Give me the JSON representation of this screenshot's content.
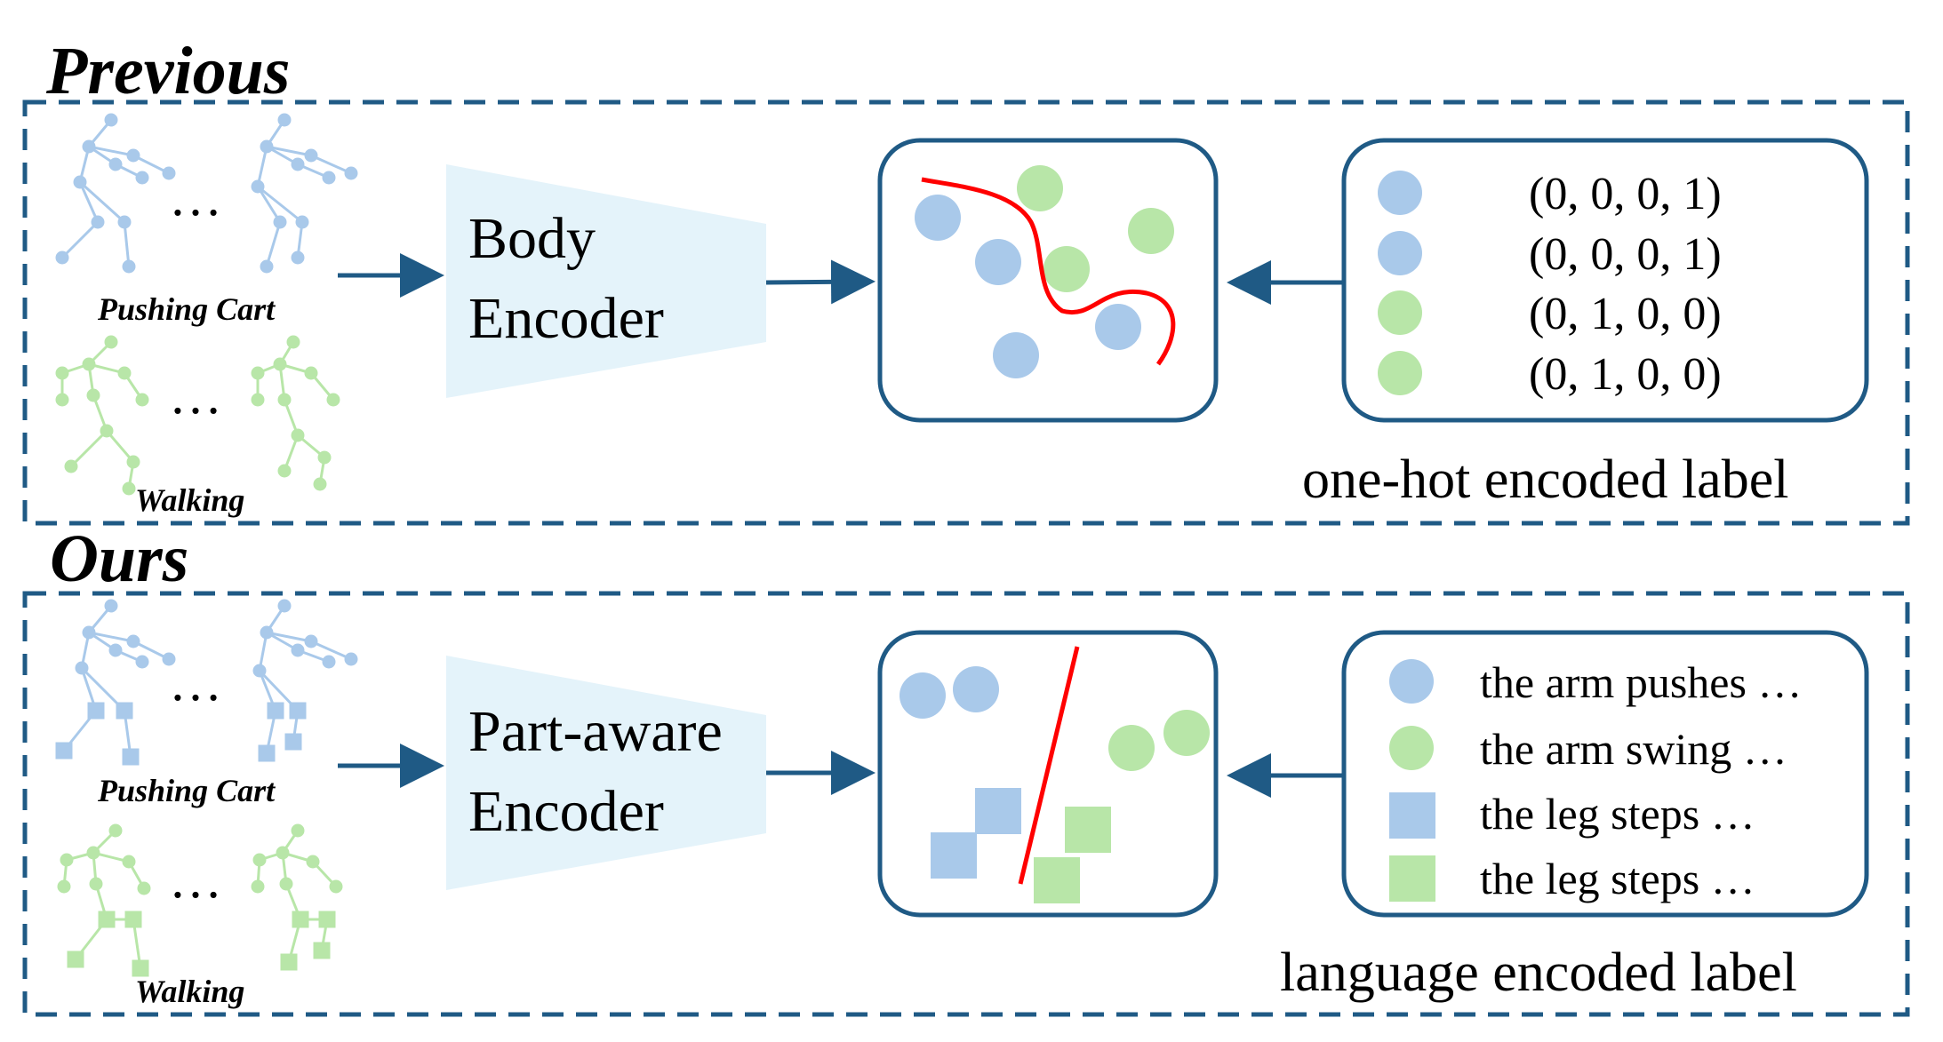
{
  "colors": {
    "frame": "#1f5a85",
    "box": "#1f5a85",
    "arrow": "#1f5a85",
    "encoder_fill": "#e4f3fa",
    "blue": "#a9c9ea",
    "green": "#b8e6a8",
    "boundary": "#ff0000"
  },
  "previous": {
    "title": "Previous",
    "caption_top": "Pushing Cart",
    "caption_bottom": "Walking",
    "ellipsis_top": "…",
    "ellipsis_bottom": "…",
    "encoder": {
      "line1": "Body",
      "line2": "Encoder"
    },
    "labels": [
      {
        "text": "(0, 0, 0, 1)",
        "color": "blue",
        "shape": "circle"
      },
      {
        "text": "(0, 0, 0, 1)",
        "color": "blue",
        "shape": "circle"
      },
      {
        "text": "(0, 1, 0, 0)",
        "color": "green",
        "shape": "circle"
      },
      {
        "text": "(0, 1, 0, 0)",
        "color": "green",
        "shape": "circle"
      }
    ],
    "label_caption": "one-hot encoded label"
  },
  "ours": {
    "title": "Ours",
    "caption_top": "Pushing Cart",
    "caption_bottom": "Walking",
    "ellipsis_top": "…",
    "ellipsis_bottom": "…",
    "encoder": {
      "line1": "Part-aware",
      "line2": "Encoder"
    },
    "labels": [
      {
        "text": "the arm pushes …",
        "color": "blue",
        "shape": "circle"
      },
      {
        "text": "the arm swing …",
        "color": "green",
        "shape": "circle"
      },
      {
        "text": "the leg steps …",
        "color": "blue",
        "shape": "square"
      },
      {
        "text": "the leg steps …",
        "color": "green",
        "shape": "square"
      }
    ],
    "label_caption": "language encoded label"
  }
}
